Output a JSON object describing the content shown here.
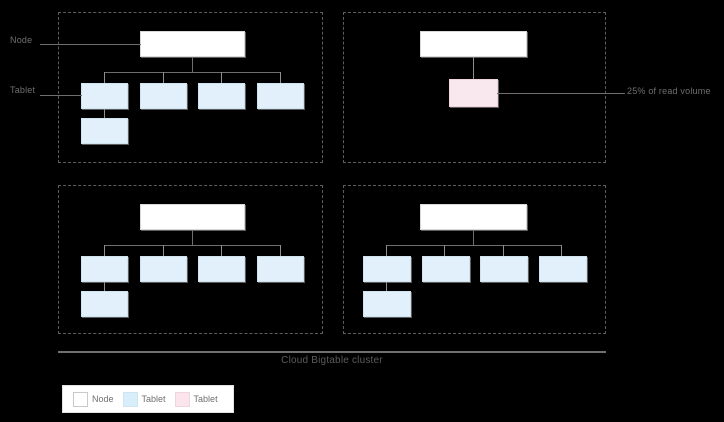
{
  "diagram": {
    "caption": "Cloud Bigtable cluster",
    "colors": {
      "background": "#000000",
      "node_fill": "#ffffff",
      "tablet_fill": "#e1f0fb",
      "hot_tablet_fill": "#fae8ef",
      "line": "#6e6e6e",
      "dashed_border": "#5d5d5d",
      "text": "#6f6f6f"
    },
    "callouts": {
      "node": "Node",
      "tablet": "Tablet",
      "read_volume": "25% of read volume"
    },
    "legend": {
      "items": [
        {
          "label": "Node",
          "swatch": "node"
        },
        {
          "label": "Tablet",
          "swatch": "tablet"
        },
        {
          "label": "Tablet",
          "swatch": "hot"
        }
      ]
    },
    "quadrants": [
      {
        "id": "top-left",
        "node_count": 1,
        "tablet_count": 5,
        "hot_tablet_count": 0
      },
      {
        "id": "top-right",
        "node_count": 1,
        "tablet_count": 1,
        "hot_tablet_count": 1
      },
      {
        "id": "bottom-left",
        "node_count": 1,
        "tablet_count": 5,
        "hot_tablet_count": 0
      },
      {
        "id": "bottom-right",
        "node_count": 1,
        "tablet_count": 5,
        "hot_tablet_count": 0
      }
    ]
  }
}
